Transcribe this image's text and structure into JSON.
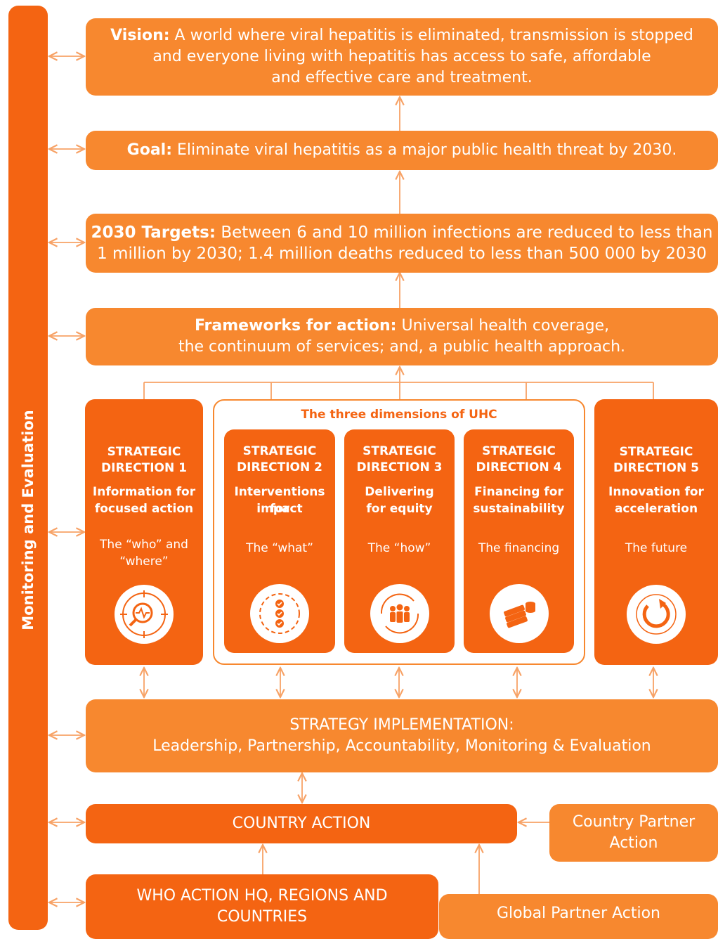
{
  "side_label": "Monitoring and Evaluation",
  "vision": {
    "label": "Vision:",
    "line1": "A world where viral hepatitis is eliminated, transmission is stopped",
    "line2": "and everyone living with hepatitis has access to safe, affordable",
    "line3": "and effective care and treatment."
  },
  "goal": {
    "label": "Goal:",
    "text": "Eliminate viral hepatitis as a major public health threat by 2030."
  },
  "targets": {
    "label": "2030 Targets:",
    "line1": "Between 6 and 10 million infections are reduced to less than",
    "line2": "1 million by 2030; 1.4 million deaths reduced to less than 500 000 by 2030"
  },
  "frameworks": {
    "label": "Frameworks for action:",
    "line1": "Universal health coverage,",
    "line2": "the continuum of services; and, a public health approach."
  },
  "uhc_title": "The three dimensions of UHC",
  "directions": [
    {
      "head1": "STRATEGIC",
      "head2": "DIRECTION 1",
      "sub1": "Information for",
      "sub2": "focused action",
      "role1": "The “who” and",
      "role2": "“where”",
      "icon": "target-search-icon"
    },
    {
      "head1": "STRATEGIC",
      "head2": "DIRECTION 2",
      "sub1": "Interventions for",
      "sub2": "impact",
      "role1": "The “what”",
      "role2": "",
      "icon": "checklist-icon"
    },
    {
      "head1": "STRATEGIC",
      "head2": "DIRECTION 3",
      "sub1": "Delivering",
      "sub2": "for equity",
      "role1": "The “how”",
      "role2": "",
      "icon": "people-cycle-icon"
    },
    {
      "head1": "STRATEGIC",
      "head2": "DIRECTION 4",
      "sub1": "Financing for",
      "sub2": "sustainability",
      "role1": "The financing",
      "role2": "",
      "icon": "money-icon"
    },
    {
      "head1": "STRATEGIC",
      "head2": "DIRECTION 5",
      "sub1": "Innovation for",
      "sub2": "acceleration",
      "role1": "The future",
      "role2": "",
      "icon": "refresh-arrow-icon"
    }
  ],
  "implementation": {
    "line1": "STRATEGY IMPLEMENTATION:",
    "line2": "Leadership, Partnership, Accountability, Monitoring & Evaluation"
  },
  "country_action": "COUNTRY ACTION",
  "country_partner": {
    "line1": "Country Partner",
    "line2": "Action"
  },
  "who_action": {
    "line1": "WHO ACTION HQ, REGIONS AND",
    "line2": "COUNTRIES"
  },
  "global_partner": "Global Partner Action",
  "colors": {
    "light_orange": "#F7882F",
    "dark_orange": "#F46412",
    "connector": "#F7A266"
  }
}
